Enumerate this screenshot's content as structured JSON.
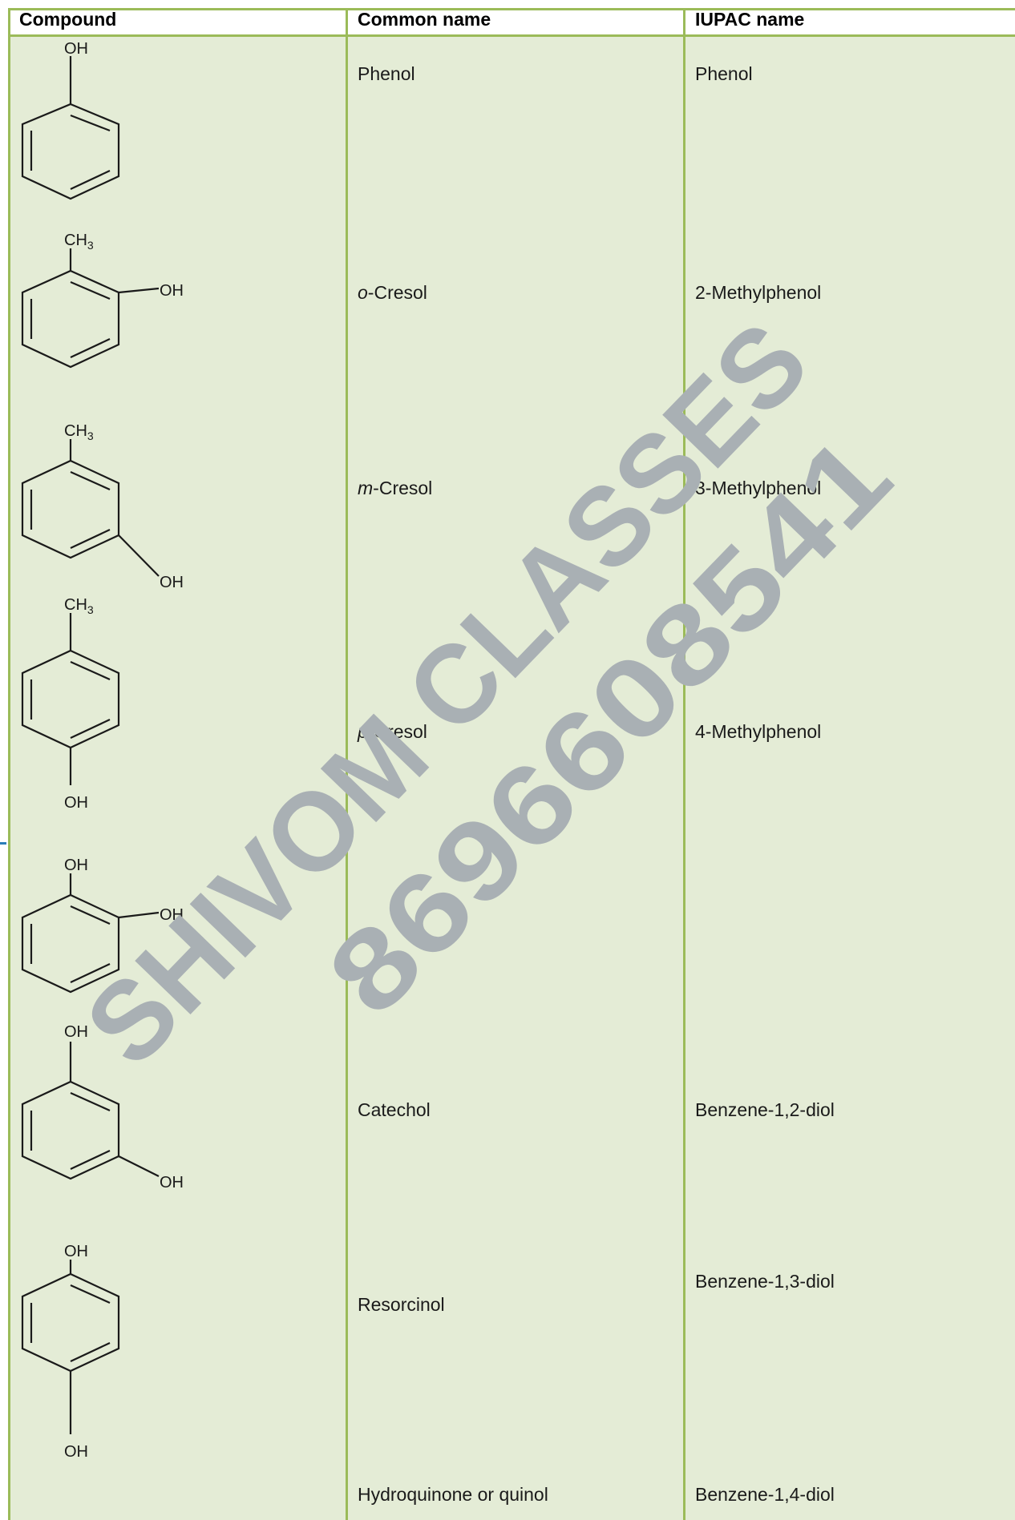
{
  "table": {
    "headers": {
      "compound": "Compound",
      "common_name": "Common name",
      "iupac_name": "IUPAC name"
    },
    "rows": [
      {
        "structure": "phenol-structure",
        "common_prefix": "",
        "common_name": "Phenol",
        "iupac": "Phenol",
        "labels": {
          "oh1": "OH"
        }
      },
      {
        "structure": "o-cresol-structure",
        "common_prefix": "o",
        "common_name": "-Cresol",
        "iupac": "2-Methylphenol",
        "labels": {
          "ch": "CH",
          "sub": "3",
          "oh1": "OH"
        }
      },
      {
        "structure": "m-cresol-structure",
        "common_prefix": "m",
        "common_name": "-Cresol",
        "iupac": "3-Methylphenol",
        "labels": {
          "ch": "CH",
          "sub": "3",
          "oh1": "OH"
        }
      },
      {
        "structure": "p-cresol-structure",
        "common_prefix": "p",
        "common_name": "-Cresol",
        "iupac": "4-Methylphenol",
        "labels": {
          "ch": "CH",
          "sub": "3",
          "oh1": "OH"
        }
      },
      {
        "structure": "catechol-structure",
        "common_prefix": "",
        "common_name": "Catechol",
        "iupac": "Benzene-1,2-diol",
        "labels": {
          "oh1": "OH",
          "oh2": "OH"
        }
      },
      {
        "structure": "resorcinol-structure",
        "common_prefix": "",
        "common_name": "Resorcinol",
        "iupac": "Benzene-1,3-diol",
        "labels": {
          "oh1": "OH",
          "oh2": "OH"
        }
      },
      {
        "structure": "hydroquinone-structure",
        "common_prefix": "",
        "common_name": "Hydroquinone or quinol",
        "iupac": "Benzene-1,4-diol",
        "labels": {
          "oh1": "OH",
          "oh2": "OH"
        }
      }
    ]
  },
  "watermark": {
    "line1": "SHIVOM CLASSES",
    "line2": "8696608541",
    "color": "#a9b0b4"
  },
  "colors": {
    "grid": "#9bbb59",
    "cell_background": "#e4ecd6"
  }
}
